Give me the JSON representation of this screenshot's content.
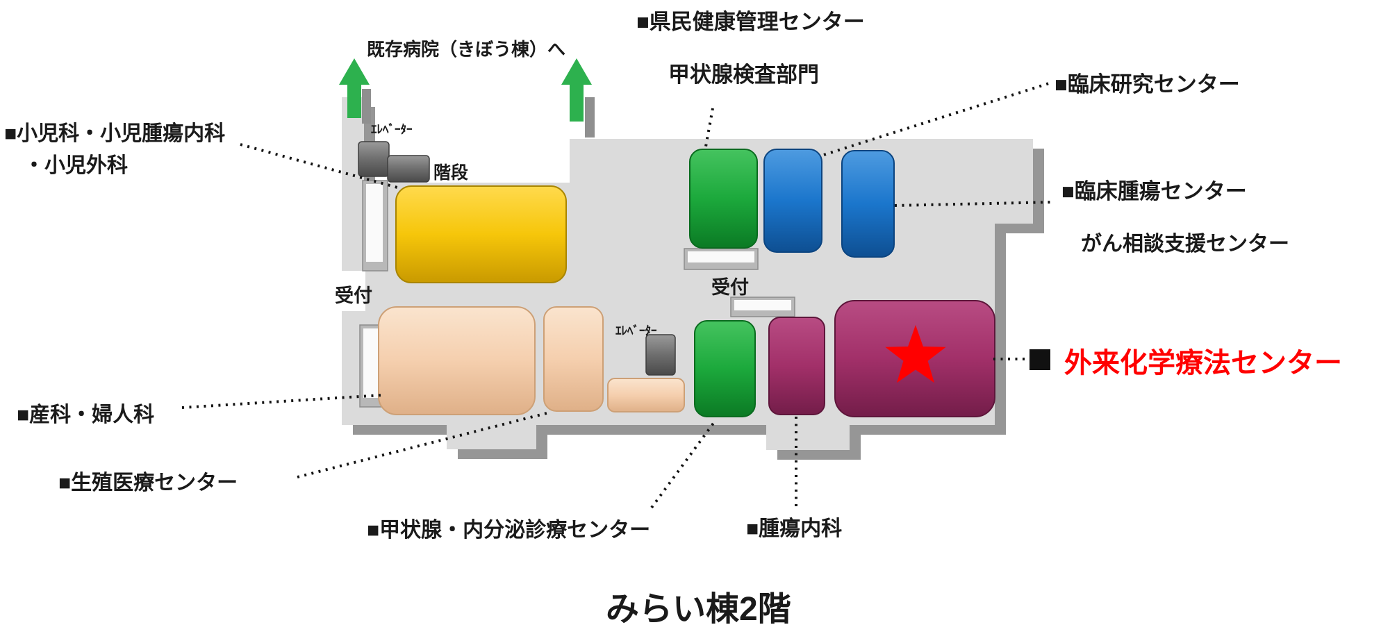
{
  "meta": {
    "floor_title": "みらい棟2階",
    "building": "みらい棟"
  },
  "colors": {
    "floor": "#DBDBDB",
    "floor_shadow": "#969696",
    "yellow_block": "#F5C400",
    "green_block": "#1CA93C",
    "blue_block": "#1B76CC",
    "peach_block": "#F5CFAE",
    "magenta_block": "#A23069",
    "gray_block": "#6E6E6E",
    "counter_silver": "#FAFAFA",
    "arrow_green": "#2DB14E",
    "star_red": "#FF0000",
    "highlight_text_red": "#FF0000",
    "label_black": "#1A1A1A"
  },
  "labels": {
    "to_existing_hospital": "既存病院（きぼう棟）へ",
    "kenmin_center": "■県民健康管理センター",
    "thyroid_exam_dept": "甲状腺検査部門",
    "pediatrics_line1": "■小児科・小児腫瘍内科",
    "pediatrics_line2": "・小児外科",
    "clinical_research_center": "■臨床研究センター",
    "clinical_oncology_center": "■臨床腫瘍センター",
    "cancer_consultation_center": "がん相談支援センター",
    "outpatient_chemo_bullet": "■",
    "outpatient_chemo_center": "外来化学療法センター",
    "obstetrics_gynecology": "■産科・婦人科",
    "reproductive_medicine_center": "■生殖医療センター",
    "thyroid_endocrine_center": "■甲状腺・内分泌診療センター",
    "oncology_dept": "■腫瘍内科",
    "elevator_top": "ｴﾚﾍﾞｰﾀｰ",
    "elevator_center": "ｴﾚﾍﾞｰﾀｰ",
    "stairs": "階段",
    "reception_left": "受付",
    "reception_center": "受付",
    "floor_title": "みらい棟2階"
  }
}
